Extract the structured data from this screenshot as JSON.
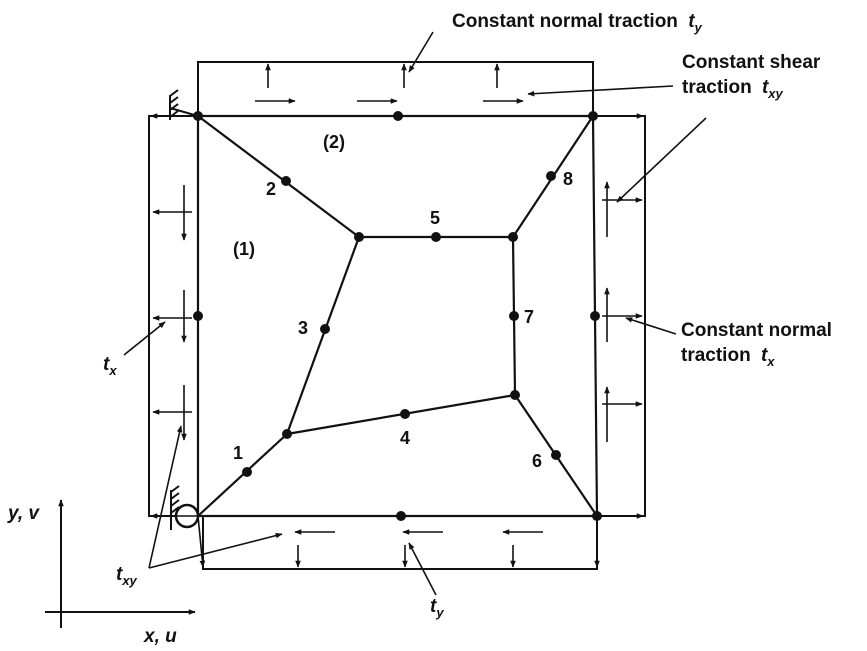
{
  "labels": {
    "normal_ty_title": "Constant normal traction",
    "shear_title_line1": "Constant shear",
    "shear_title_line2": "traction",
    "normal_tx_title_line1": "Constant normal",
    "normal_tx_title_line2": "traction",
    "element_1": "(1)",
    "element_2": "(2)",
    "node_1": "1",
    "node_2": "2",
    "node_3": "3",
    "node_4": "4",
    "node_5": "5",
    "node_6": "6",
    "node_7": "7",
    "node_8": "8",
    "t": "t",
    "sub_x": "x",
    "sub_y": "y",
    "sub_xy": "xy",
    "axis_y": "y, v",
    "axis_x": "x, u"
  },
  "colors": {
    "ink": "#111111",
    "background": "#ffffff"
  }
}
